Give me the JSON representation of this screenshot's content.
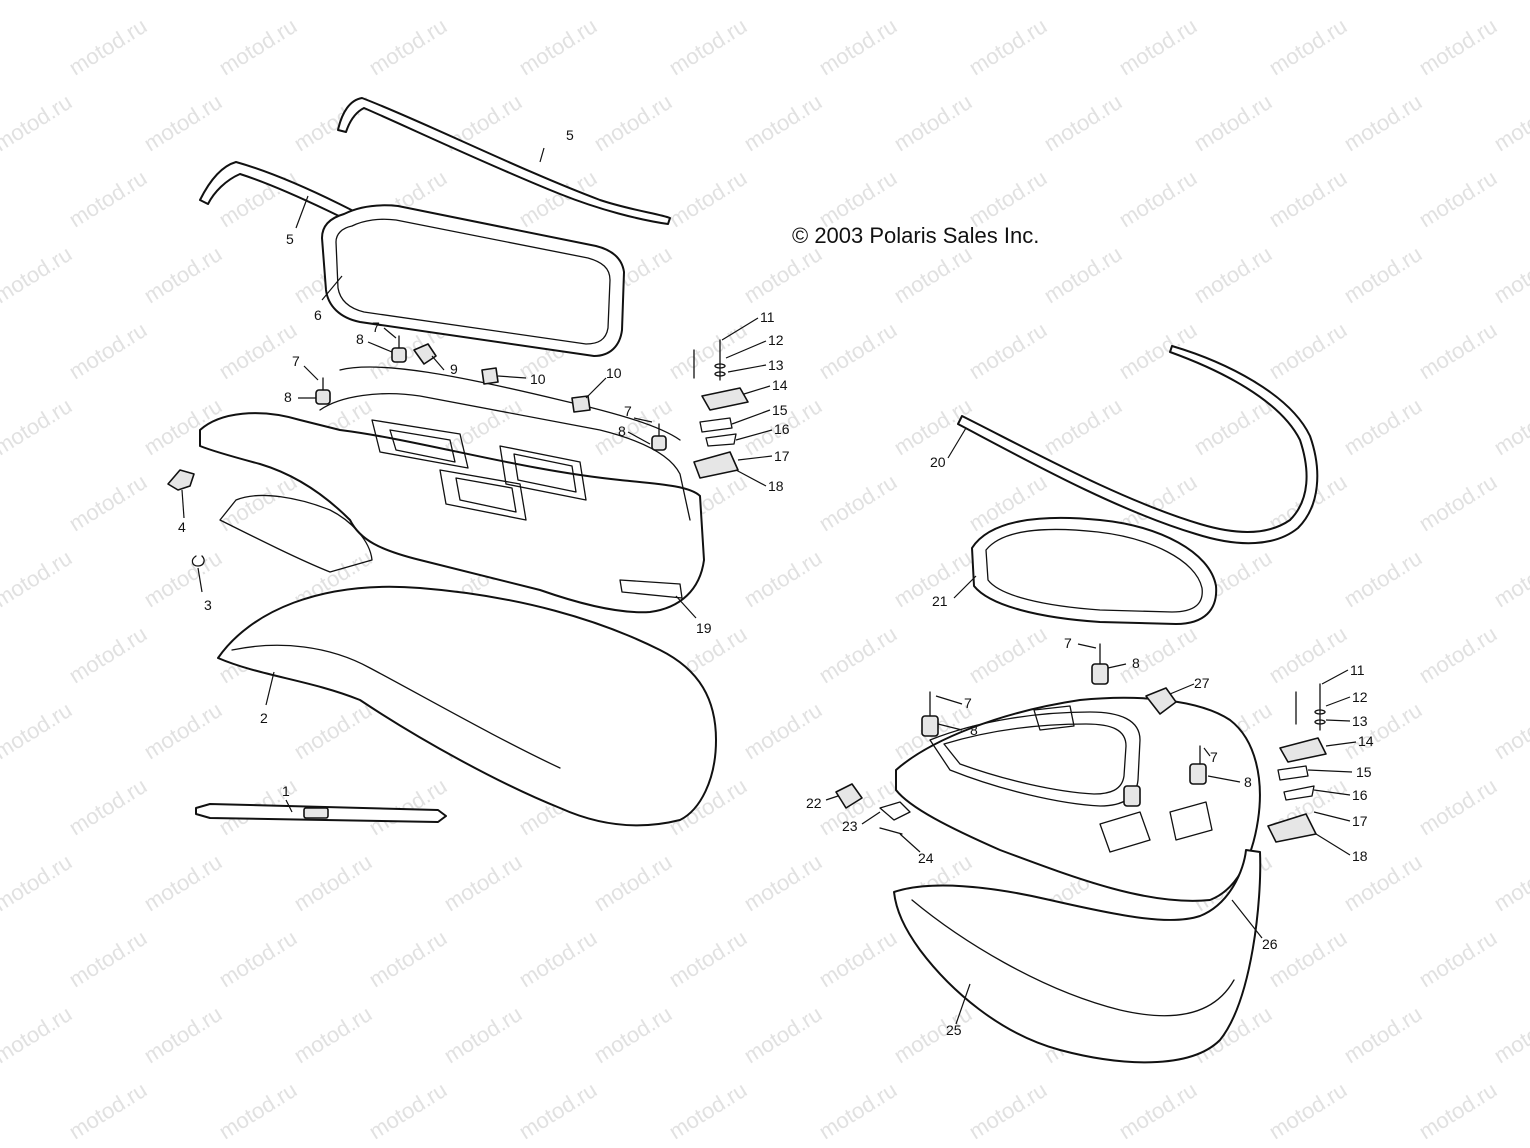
{
  "copyright": "© 2003 Polaris Sales Inc.",
  "watermark": {
    "text": "motod.ru",
    "color": "#c9c9c9"
  },
  "callouts": {
    "c1": "1",
    "c2": "2",
    "c3": "3",
    "c4": "4",
    "c5a": "5",
    "c5b": "5",
    "c6": "6",
    "c7a": "7",
    "c7b": "7",
    "c7c": "7",
    "c7d": "7",
    "c7e": "7",
    "c7f": "7",
    "c8a": "8",
    "c8b": "8",
    "c8c": "8",
    "c8d": "8",
    "c8e": "8",
    "c8f": "8",
    "c9": "9",
    "c10a": "10",
    "c10b": "10",
    "c11a": "11",
    "c12a": "12",
    "c13a": "13",
    "c14a": "14",
    "c15a": "15",
    "c16a": "16",
    "c17a": "17",
    "c18a": "18",
    "c11b": "11",
    "c12b": "12",
    "c13b": "13",
    "c14b": "14",
    "c15b": "15",
    "c16b": "16",
    "c17b": "17",
    "c18b": "18",
    "c19": "19",
    "c20": "20",
    "c21": "21",
    "c22": "22",
    "c23": "23",
    "c24": "24",
    "c25": "25",
    "c26": "26",
    "c27": "27"
  }
}
